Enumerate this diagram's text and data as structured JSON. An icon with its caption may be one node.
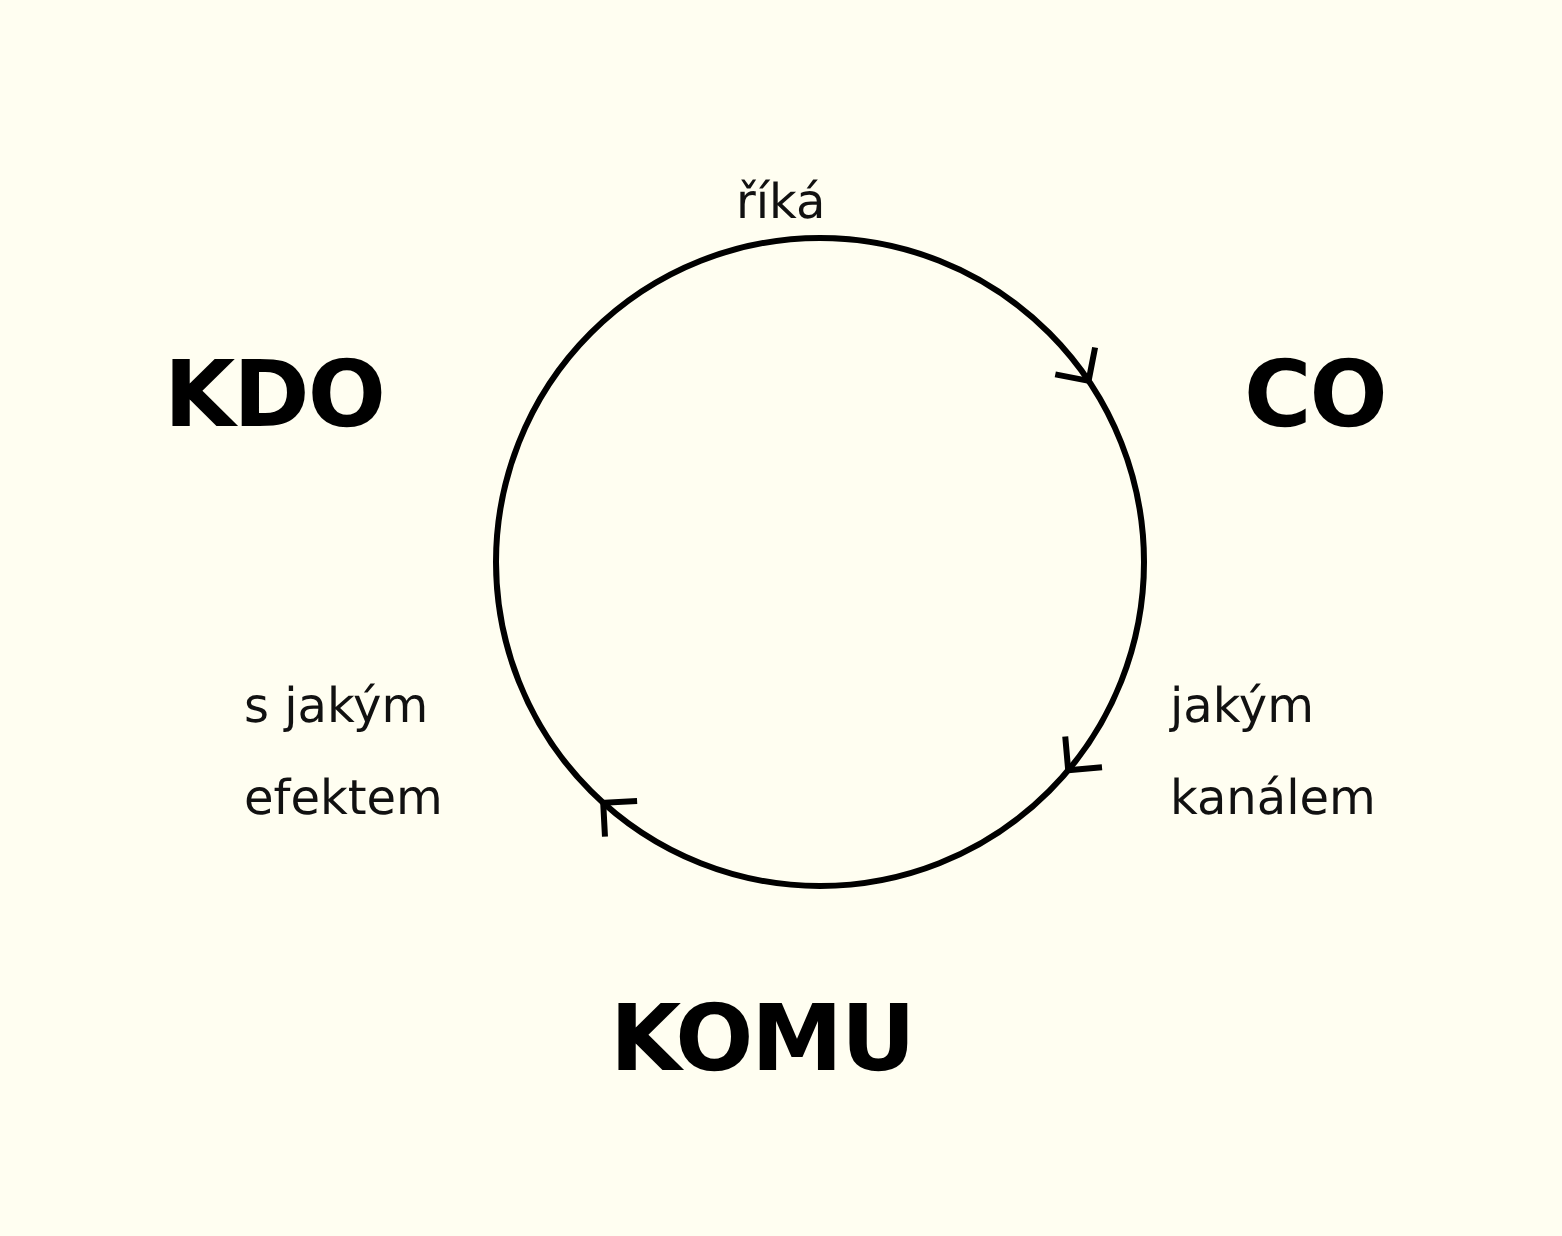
{
  "diagram": {
    "labels": [
      "říká",
      "KDO",
      "CO",
      "s jakým efektem",
      "jakým kanálem",
      "KOMU"
    ]
  }
}
